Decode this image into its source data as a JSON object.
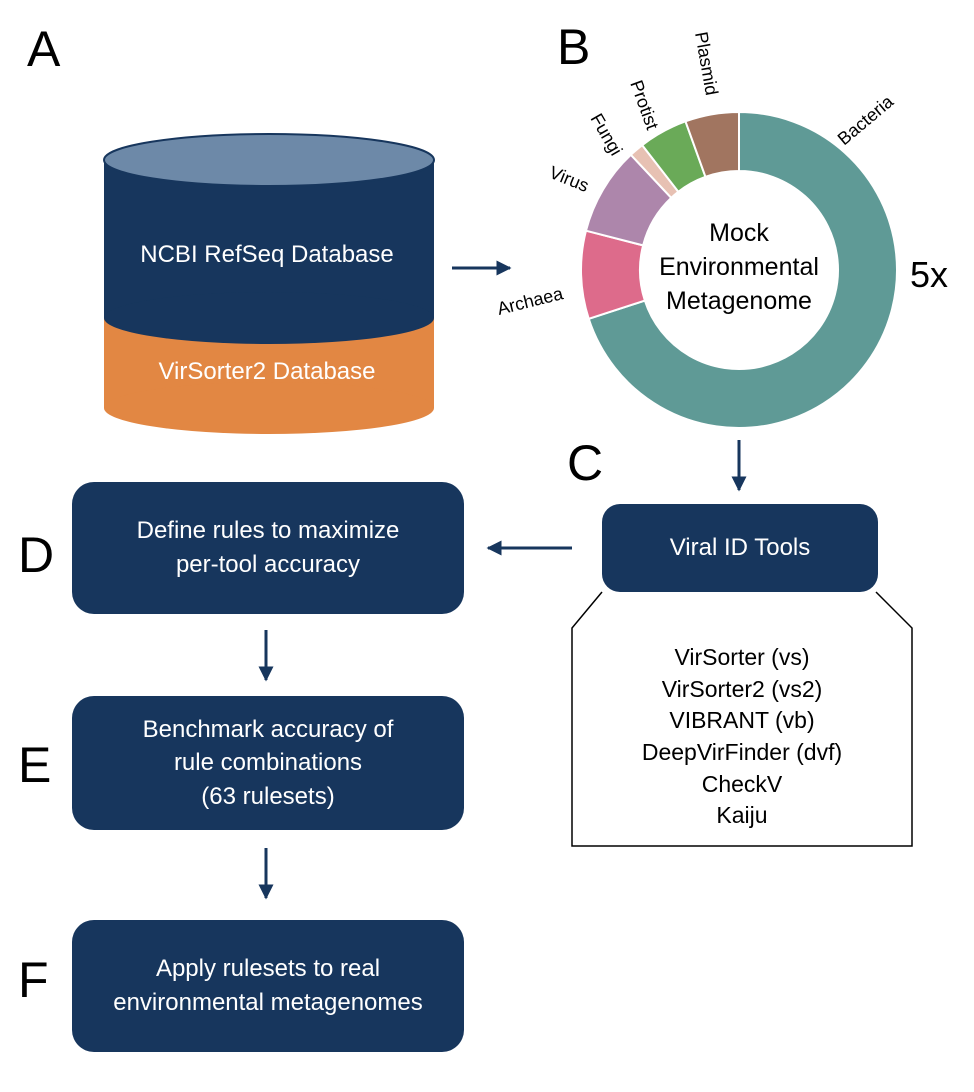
{
  "panels": {
    "a": "A",
    "b": "B",
    "c": "C",
    "d": "D",
    "e": "E",
    "f": "F"
  },
  "database": {
    "top_label": "NCBI RefSeq Database",
    "bottom_label": "VirSorter2 Database",
    "colors": {
      "top": "#17365d",
      "lid": "#6d89a8",
      "bottom": "#e28743"
    }
  },
  "donut": {
    "center_lines": [
      "Mock",
      "Environmental",
      "Metagenome"
    ],
    "multiplier": "5x",
    "segments": [
      {
        "label": "Bacteria",
        "color": "#5f9a96",
        "share": 0.7
      },
      {
        "label": "Archaea",
        "color": "#dd6b8b",
        "share": 0.09
      },
      {
        "label": "Virus",
        "color": "#ad86ab",
        "share": 0.09
      },
      {
        "label": "Fungi",
        "color": "#e7c1b3",
        "share": 0.015
      },
      {
        "label": "Protist",
        "color": "#6aaa58",
        "share": 0.05
      },
      {
        "label": "Plasmid",
        "color": "#a17560",
        "share": 0.055
      }
    ]
  },
  "tools_box": {
    "title": "Viral ID Tools",
    "items": [
      "VirSorter (vs)",
      "VirSorter2 (vs2)",
      "VIBRANT (vb)",
      "DeepVirFinder (dvf)",
      "CheckV",
      "Kaiju"
    ]
  },
  "steps": {
    "d": "Define rules to maximize\nper-tool accuracy",
    "e": "Benchmark accuracy of\nrule combinations\n(63 rulesets)",
    "f": "Apply rulesets to real\nenvironmental metagenomes"
  },
  "colors": {
    "box": "#17365d",
    "arrow": "#17365d"
  }
}
